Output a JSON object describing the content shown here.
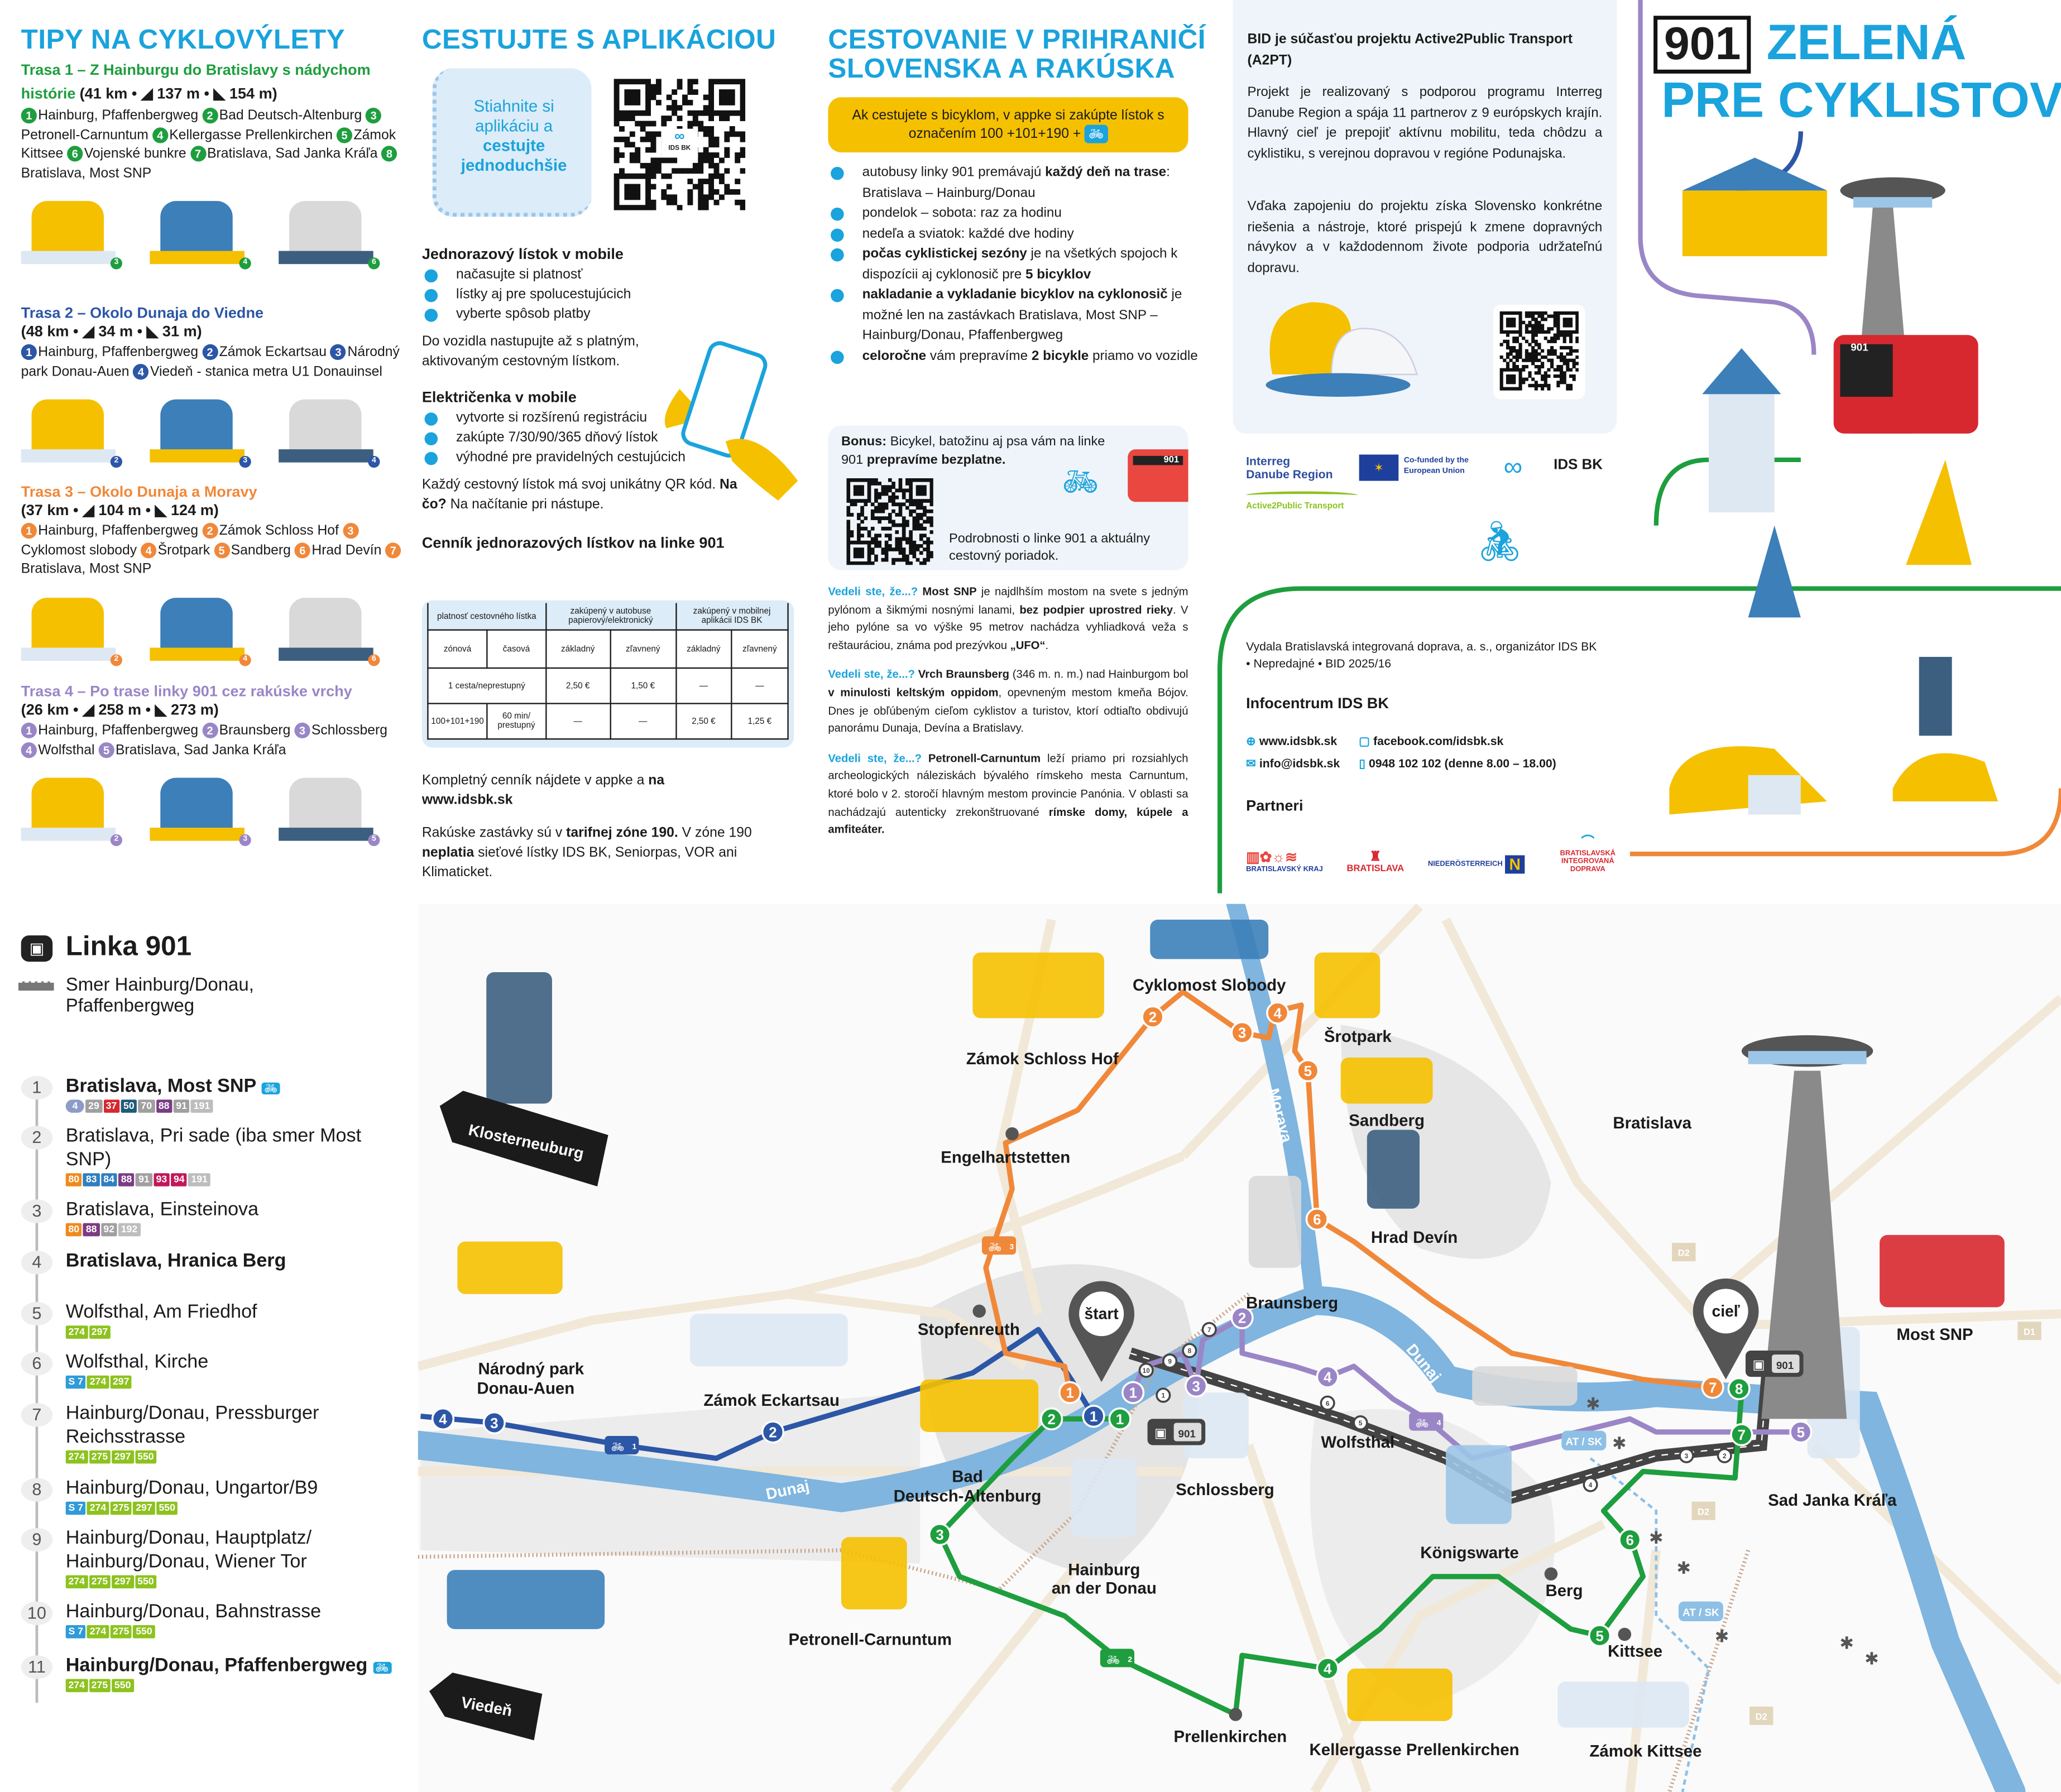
{
  "tips": {
    "title": "TIPY NA CYKLOVÝLETY",
    "routes": [
      {
        "title": "Trasa 1 – Z Hainburgu do Bratislavy s nádychom histórie",
        "stats": "(41 km • ◢ 137 m • ◣ 154 m)",
        "color": "#1e9e3e",
        "stops": [
          "Hainburg, Pfaffenbergweg",
          "Bad Deutsch-Altenburg",
          "Petronell-Carnuntum",
          "Kellergasse Prellenkirchen",
          "Zámok Kittsee",
          "Vojenské bunkre",
          "Bratislava, Sad Janka Kráľa",
          "Bratislava, Most SNP"
        ],
        "illustration_badges": [
          "3",
          "4",
          "6"
        ]
      },
      {
        "title": "Trasa 2 – Okolo Dunaja do Viedne",
        "stats": "(48 km • ◢ 34 m • ◣ 31 m)",
        "color": "#2c56a6",
        "stops": [
          "Hainburg, Pfaffenbergweg",
          "Zámok Eckartsau",
          "Národný park Donau-Auen",
          "Viedeň - stanica metra U1 Donauinsel"
        ],
        "illustration_badges": [
          "2",
          "3",
          "4"
        ]
      },
      {
        "title": "Trasa 3 – Okolo Dunaja a Moravy",
        "stats": "(37 km • ◢ 104 m • ◣ 124 m)",
        "color": "#f0883a",
        "stops": [
          "Hainburg, Pfaffenbergweg",
          "Zámok Schloss Hof",
          "Cyklomost slobody",
          "Šrotpark",
          "Sandberg",
          "Hrad Devín",
          "Bratislava, Most SNP"
        ],
        "illustration_badges": [
          "2",
          "4",
          "6"
        ]
      },
      {
        "title": "Trasa 4 – Po trase linky 901 cez rakúske vrchy",
        "stats": "(26 km • ◢ 258 m • ◣ 273 m)",
        "color": "#9a86c6",
        "stops": [
          "Hainburg, Pfaffenbergweg",
          "Braunsberg",
          "Schlossberg",
          "Wolfsthal",
          "Bratislava, Sad Janka Kráľa"
        ],
        "illustration_badges": [
          "2",
          "3",
          "5"
        ]
      }
    ]
  },
  "app": {
    "title": "CESTUJTE S APLIKÁCIOU",
    "bubble": [
      "Stiahnite si aplikáciu a ",
      "cestujte jednoduchšie"
    ],
    "qr_logo": "IDS BK",
    "single_title": "Jednorazový lístok v mobile",
    "single_items": [
      "načasujte si platnosť",
      "lístky aj pre spolucestujúcich",
      "vyberte spôsob platby"
    ],
    "boarding_note": "Do vozidla nastupujte až s platným, aktivovaným cestovným lístkom.",
    "pass_title": "Električenka v mobile",
    "pass_items": [
      "vytvorte si rozšírenú registráciu",
      "zakúpte 7/30/90/365 dňový lístok",
      "výhodné pre pravidelných cestujúcich"
    ],
    "qr_note": [
      {
        "t": "Každý cestovný lístok má svoj unikátny QR kód. "
      },
      {
        "t": "Na čo?",
        "b": true
      },
      {
        "t": " Na načítanie pri nástupe."
      }
    ],
    "price_title": "Cenník jednorazových lístkov na linke 901",
    "price_table": {
      "head": [
        "platnosť cestovného lístka",
        "zakúpený v autobuse papierový/elektronický",
        "zakúpený v mobilnej aplikácii IDS BK"
      ],
      "sub": [
        "zónová",
        "časová",
        "základný",
        "zľavnený",
        "základný",
        "zľavnený"
      ],
      "rows": [
        [
          "1 cesta/neprestupný",
          "2,50 €",
          "1,50 €",
          "—",
          "—"
        ],
        [
          "100+101+190",
          "60 min/ prestupný",
          "—",
          "—",
          "2,50 €",
          "1,25 €"
        ]
      ]
    },
    "full_price": [
      {
        "t": "Kompletný cenník nájdete v appke a "
      },
      {
        "t": "na www.idsbk.sk",
        "b": true
      }
    ],
    "zone_note": [
      {
        "t": "Rakúske zastávky sú v "
      },
      {
        "t": "tarifnej zóne 190.",
        "b": true
      },
      {
        "t": " V zóne 190 "
      },
      {
        "t": "neplatia",
        "b": true
      },
      {
        "t": " sieťové lístky IDS BK, Seniorpas, VOR ani Klimaticket."
      }
    ]
  },
  "border": {
    "title": "CESTOVANIE V PRIHRANIČÍ SLOVENSKA A RAKÚSKA",
    "yellow_box": "Ak cestujete s bicyklom, v appke si zakúpte lístok s označením 100 +101+190 +",
    "items": [
      [
        {
          "t": "autobusy linky 901 premávajú "
        },
        {
          "t": "každý deň na trase",
          "b": true
        },
        {
          "t": ": Bratislava – Hainburg/Donau"
        }
      ],
      [
        {
          "t": "pondelok – sobota: raz za hodinu"
        }
      ],
      [
        {
          "t": "nedeľa a sviatok: každé dve hodiny"
        }
      ],
      [
        {
          "t": "počas cyklistickej sezóny",
          "b": true
        },
        {
          "t": " je na všetkých spojoch k dispozícii aj cyklonosič pre "
        },
        {
          "t": "5 bicyklov",
          "b": true
        }
      ],
      [
        {
          "t": "nakladanie a vykladanie bicyklov na cyklonosič",
          "b": true
        },
        {
          "t": " je možné len na zastávkach Bratislava, Most SNP – Hainburg/Donau, Pfaffenbergweg"
        }
      ],
      [
        {
          "t": "celoročne",
          "b": true
        },
        {
          "t": " vám prepravíme "
        },
        {
          "t": "2 bicykle",
          "b": true
        },
        {
          "t": " priamo vo vozidle"
        }
      ]
    ],
    "bonus": [
      {
        "t": "Bonus:",
        "b": true
      },
      {
        "t": " Bicykel, batožinu aj psa vám na linke 901 "
      },
      {
        "t": "prepravíme bezplatne.",
        "b": true
      }
    ],
    "bus_label": "901",
    "bonus_note": "Podrobnosti o linke 901 a aktuálny cestovný poriadok.",
    "facts": [
      [
        {
          "t": "Vedeli ste, že...?",
          "c": true
        },
        {
          "t": " Most SNP",
          "b": true
        },
        {
          "t": " je najdlhším mostom na svete s jedným pylónom a šikmými nosnými lanami, "
        },
        {
          "t": "bez podpier uprostred rieky",
          "b": true
        },
        {
          "t": ". V jeho pylóne sa vo výške 95 metrov nachádza vyhliadková veža s reštauráciou, známa pod prezývkou "
        },
        {
          "t": "„UFO“",
          "b": true
        },
        {
          "t": "."
        }
      ],
      [
        {
          "t": "Vedeli ste, že...?",
          "c": true
        },
        {
          "t": " Vrch Braunsberg",
          "b": true
        },
        {
          "t": " (346 m. n. m.) nad Hainburgom bol "
        },
        {
          "t": "v minulosti keltským oppidom",
          "b": true
        },
        {
          "t": ", opevneným mestom kmeňa Bójov. Dnes je obľúbeným cieľom cyklistov a turistov, ktorí odtiaľto obdivujú panorámu Dunaja, Devína a Bratislavy."
        }
      ],
      [
        {
          "t": "Vedeli ste, že...?",
          "c": true
        },
        {
          "t": " Petronell-Carnuntum",
          "b": true
        },
        {
          "t": " leží priamo pri rozsiahlych archeologických náleziskách bývalého rímskeho mesta Carnuntum, ktoré bolo v 2. storočí hlavným mestom provincie Panónia. V oblasti sa nachádzajú autenticky zrekonštruované "
        },
        {
          "t": "rímske domy, kúpele a amfiteáter.",
          "b": true
        }
      ]
    ]
  },
  "project": {
    "title": "BID je súčasťou projektu Active2Public Transport (A2PT)",
    "p1": "Projekt je realizovaný s podporou programu Interreg Danube Region a spája 11 partnerov z 9 európskych krajín. Hlavný cieľ je prepojiť aktívnu mobilitu, teda chôdzu a cyklistiku, s verejnou dopravou v regióne Podunajska.",
    "p2": "Vďaka zapojeniu do projektu získa Slovensko konkrétne riešenia a nástroje, ktoré prispejú k zmene dopravných návykov a v každodennom živote podporia udržateľnú dopravu.",
    "logos": {
      "interreg1": "Interreg",
      "interreg2": "Danube Region",
      "eu": "Co-funded by the European Union",
      "idsbk": "IDS BK",
      "a2pt": "Active2Public Transport"
    },
    "publisher": "Vydala Bratislavská integrovaná doprava, a. s., organizátor IDS BK • Nepredajné • BID 2025/16",
    "info_title": "Infocentrum IDS BK",
    "web": "www.idsbk.sk",
    "facebook": "facebook.com/idsbk.sk",
    "email": "info@idsbk.sk",
    "phone": "0948 102 102 (denne 8.00 – 18.00)",
    "partners_title": "Partneri",
    "partners": [
      "BRATISLAVSKÝ KRAJ",
      "BRATISLAVA",
      "NIEDERÖSTERREICH",
      "BRATISLAVSKÁ INTEGROVANÁ DOPRAVA"
    ]
  },
  "cover": {
    "line": "901",
    "title1": "ZELENÁ",
    "title2": "PRE CYKLISTOV",
    "bus_label": "901"
  },
  "line": {
    "title": "Linka 901",
    "direction": "Smer Hainburg/Donau, Pfaffenbergweg",
    "stops": [
      {
        "n": "1",
        "name": "Bratislava, Most SNP",
        "bold": true,
        "bike": true,
        "lines": [
          [
            "4",
            "#8d9cc6"
          ],
          [
            "29",
            "#a0a0a0"
          ],
          [
            "37",
            "#d7282f"
          ],
          [
            "50",
            "#1e5b7a"
          ],
          [
            "70",
            "#a0a0a0"
          ],
          [
            "88",
            "#7b3b86"
          ],
          [
            "91",
            "#a0a0a0"
          ],
          [
            "191",
            "#bdbdbd"
          ]
        ]
      },
      {
        "n": "2",
        "name": "Bratislava, Pri sade (iba smer Most SNP)",
        "lines": [
          [
            "80",
            "#ef8a1e"
          ],
          [
            "83",
            "#2f7fc1"
          ],
          [
            "84",
            "#2f7fc1"
          ],
          [
            "88",
            "#7b3b86"
          ],
          [
            "91",
            "#a0a0a0"
          ],
          [
            "93",
            "#c2185b"
          ],
          [
            "94",
            "#c2185b"
          ],
          [
            "191",
            "#bdbdbd"
          ]
        ]
      },
      {
        "n": "3",
        "name": "Bratislava, Einsteinova",
        "lines": [
          [
            "80",
            "#ef8a1e"
          ],
          [
            "88",
            "#7b3b86"
          ],
          [
            "92",
            "#a0a0a0"
          ],
          [
            "192",
            "#bdbdbd"
          ]
        ]
      },
      {
        "n": "4",
        "name": "Bratislava, Hranica Berg",
        "bold": true,
        "lines": []
      },
      {
        "n": "5",
        "name": "Wolfsthal, Am Friedhof",
        "lines": [
          [
            "274",
            "#8dc21f"
          ],
          [
            "297",
            "#8dc21f"
          ]
        ]
      },
      {
        "n": "6",
        "name": "Wolfsthal, Kirche",
        "lines": [
          [
            "S 7",
            "#2f9bd8"
          ],
          [
            "274",
            "#8dc21f"
          ],
          [
            "297",
            "#8dc21f"
          ]
        ]
      },
      {
        "n": "7",
        "name": "Hainburg/Donau, Pressburger Reichsstrasse",
        "lines": [
          [
            "274",
            "#8dc21f"
          ],
          [
            "275",
            "#8dc21f"
          ],
          [
            "297",
            "#8dc21f"
          ],
          [
            "550",
            "#8dc21f"
          ]
        ]
      },
      {
        "n": "8",
        "name": "Hainburg/Donau, Ungartor/B9",
        "lines": [
          [
            "S 7",
            "#2f9bd8"
          ],
          [
            "274",
            "#8dc21f"
          ],
          [
            "275",
            "#8dc21f"
          ],
          [
            "297",
            "#8dc21f"
          ],
          [
            "550",
            "#8dc21f"
          ]
        ]
      },
      {
        "n": "9",
        "name": "Hainburg/Donau, Hauptplatz/ Hainburg/Donau, Wiener Tor",
        "lines": [
          [
            "274",
            "#8dc21f"
          ],
          [
            "275",
            "#8dc21f"
          ],
          [
            "297",
            "#8dc21f"
          ],
          [
            "550",
            "#8dc21f"
          ]
        ]
      },
      {
        "n": "10",
        "name": "Hainburg/Donau, Bahnstrasse",
        "lines": [
          [
            "S 7",
            "#2f9bd8"
          ],
          [
            "274",
            "#8dc21f"
          ],
          [
            "275",
            "#8dc21f"
          ],
          [
            "550",
            "#8dc21f"
          ]
        ]
      },
      {
        "n": "11",
        "name": "Hainburg/Donau, Pfaffenbergweg",
        "bold": true,
        "bike": true,
        "lines": [
          [
            "274",
            "#8dc21f"
          ],
          [
            "275",
            "#8dc21f"
          ],
          [
            "550",
            "#8dc21f"
          ]
        ]
      }
    ]
  },
  "map": {
    "places": [
      "Klosterneuburg",
      "Národný park",
      "Donau-Auen",
      "Zámok Eckartsau",
      "Zámok Schloss Hof",
      "Cyklomost Slobody",
      "Šrotpark",
      "Sandberg",
      "Engelhartstetten",
      "Hrad Devín",
      "Braunsberg",
      "Stopfenreuth",
      "Bratislava",
      "Most SNP",
      "Wolfsthal",
      "Schlossberg",
      "Bad",
      "Deutsch-Altenburg",
      "Hainburg",
      "an der Donau",
      "Königswarte",
      "Sad Janka Kráľa",
      "Berg",
      "Kittsee",
      "Petronell-Carnuntum",
      "Prellenkirchen",
      "Kellergasse Prellenkirchen",
      "Zámok Kittsee",
      "Viedeň"
    ],
    "rivers": [
      "Dunaj",
      "Dunaj",
      "Morava"
    ],
    "start": "štart",
    "finish": "cieľ",
    "bus_line": "901",
    "border_labels": [
      "AT / SK",
      "AT / SK"
    ],
    "road_labels": [
      "D2",
      "D2",
      "D2",
      "D1"
    ],
    "route_markers": {
      "r1": [
        "1",
        "2",
        "3",
        "4",
        "5",
        "6",
        "7",
        "8"
      ],
      "r2": [
        "1",
        "2",
        "3",
        "4"
      ],
      "r3": [
        "1",
        "2",
        "3",
        "4",
        "5",
        "6",
        "7"
      ],
      "r4": [
        "1",
        "2",
        "3",
        "4",
        "5"
      ],
      "line": [
        "1",
        "2",
        "3",
        "4",
        "5",
        "6",
        "7",
        "8",
        "9",
        "10"
      ]
    },
    "bike_signs": [
      "1",
      "2",
      "3",
      "4"
    ],
    "colors": {
      "r1": "#1e9e3e",
      "r2": "#2c56a6",
      "r3": "#f0883a",
      "r4": "#9a86c6",
      "river": "#7fb5df",
      "road": "#f1e8d8"
    }
  }
}
